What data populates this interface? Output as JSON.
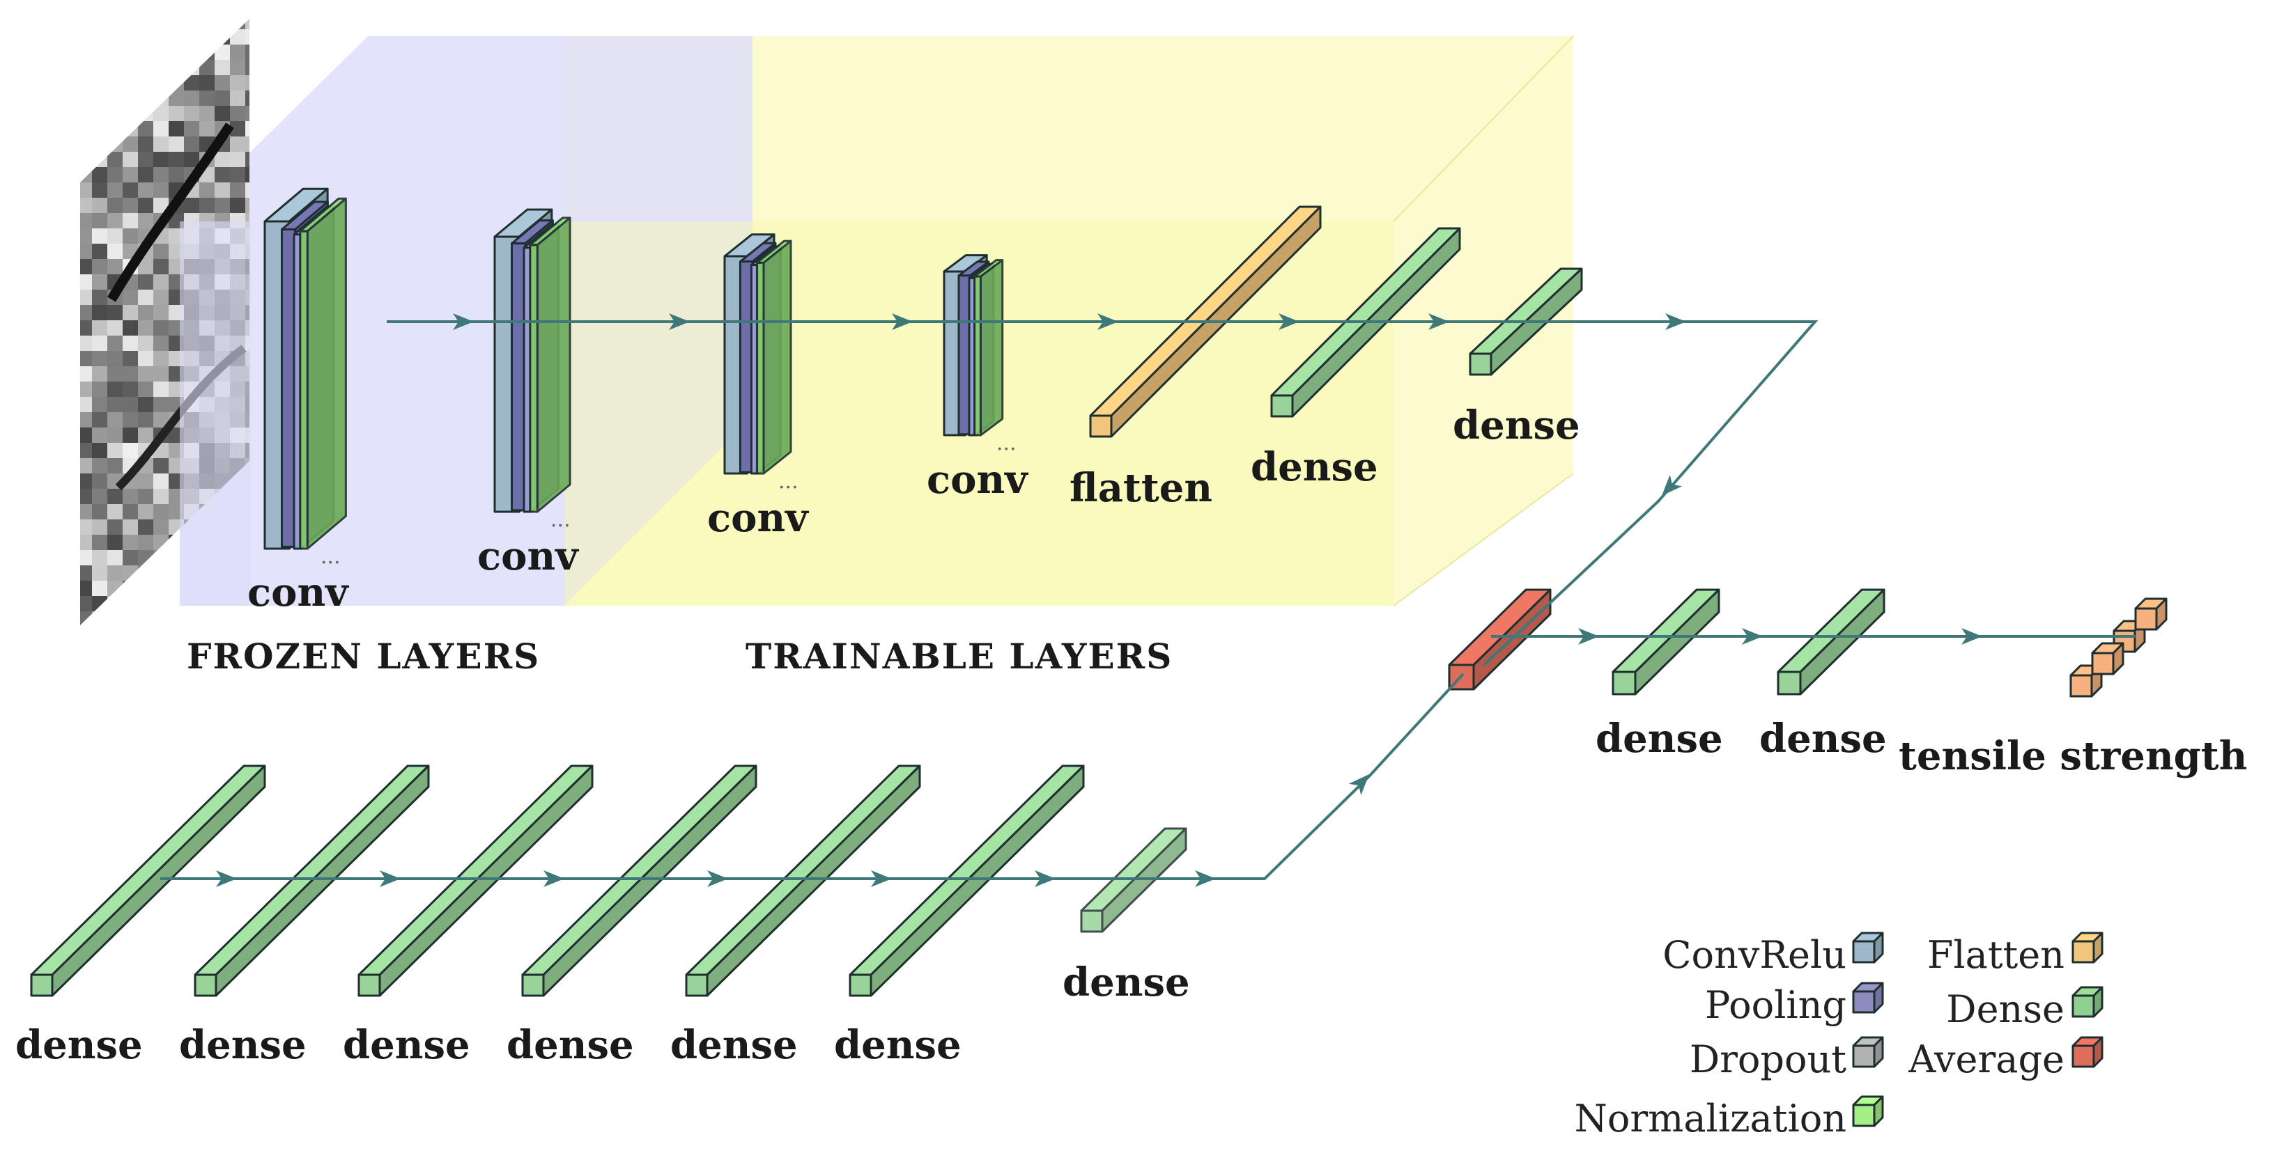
{
  "sections": {
    "frozen": "FROZEN LAYERS",
    "trainable": "TRAINABLE LAYERS"
  },
  "top_branch": [
    {
      "type": "conv",
      "label": "conv"
    },
    {
      "type": "conv",
      "label": "conv"
    },
    {
      "type": "conv",
      "label": "conv"
    },
    {
      "type": "conv",
      "label": "conv"
    },
    {
      "type": "flatten",
      "label": "flatten"
    },
    {
      "type": "dense",
      "label": "dense"
    },
    {
      "type": "dense",
      "label": "dense"
    }
  ],
  "bottom_branch": [
    {
      "type": "dense",
      "label": "dense"
    },
    {
      "type": "dense",
      "label": "dense"
    },
    {
      "type": "dense",
      "label": "dense"
    },
    {
      "type": "dense",
      "label": "dense"
    },
    {
      "type": "dense",
      "label": "dense"
    },
    {
      "type": "dense",
      "label": "dense"
    },
    {
      "type": "dense",
      "label": "dense"
    }
  ],
  "merge": {
    "type": "average"
  },
  "head": [
    {
      "type": "dense",
      "label": "dense"
    },
    {
      "type": "dense",
      "label": "dense"
    }
  ],
  "output": {
    "label": "tensile strength"
  },
  "legend": [
    {
      "label": "ConvRelu",
      "color": "#9fb8c9"
    },
    {
      "label": "Pooling",
      "color": "#8e8bbf"
    },
    {
      "label": "Dropout",
      "color": "#b3b3b3"
    },
    {
      "label": "Normalization",
      "color": "#a6ef87"
    },
    {
      "label": "Flatten",
      "color": "#f2c57c"
    },
    {
      "label": "Dense",
      "color": "#8fcf8f"
    },
    {
      "label": "Average",
      "color": "#dd6e5c"
    }
  ],
  "colors": {
    "conv": "#9fb8c9",
    "pool": "#6e6ea8",
    "norm": "#83cf6a",
    "flatten": "#f2c57c",
    "dense": "#9ad39a",
    "average": "#dd6e5c",
    "output": "#f6b27e",
    "frozen_bg": "#dcdcfa",
    "trainable_bg": "#fbfbc4",
    "flow": "#3f7878"
  }
}
